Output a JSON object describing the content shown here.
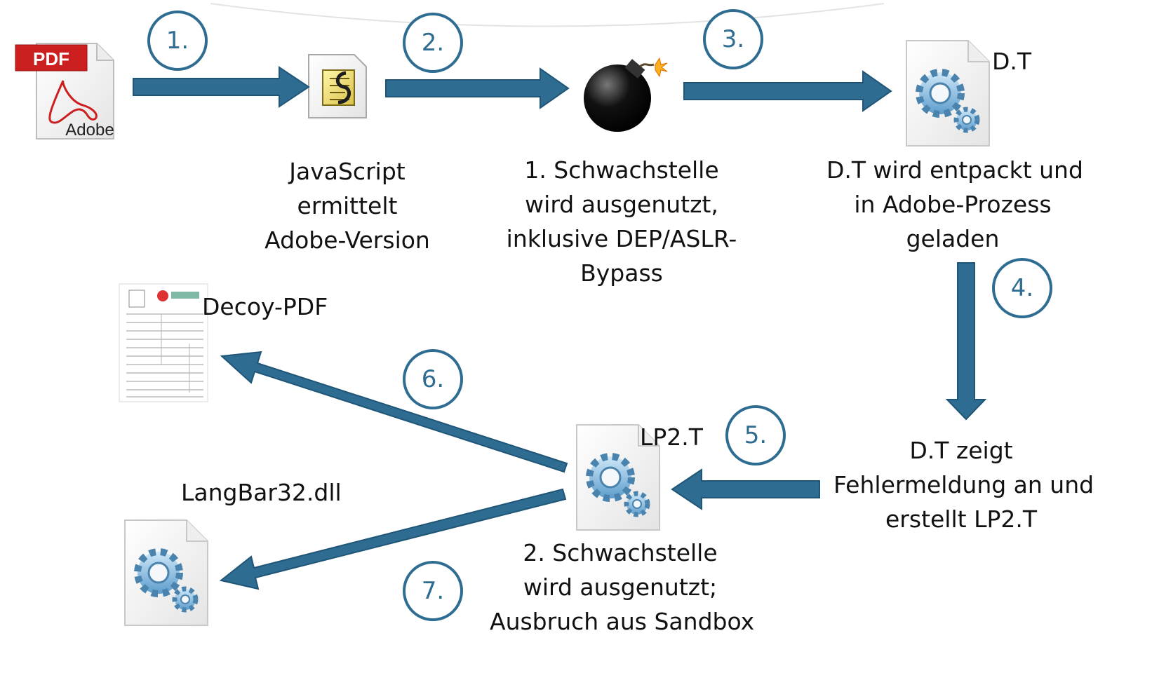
{
  "steps": [
    "1.",
    "2.",
    "3.",
    "4.",
    "5.",
    "6.",
    "7."
  ],
  "pdf_icon": {
    "badge": "PDF",
    "brand": "Adobe"
  },
  "labels": {
    "javascript": [
      "JavaScript",
      "ermittelt",
      "Adobe-Version"
    ],
    "vuln1": [
      "1. Schwachstelle",
      "wird ausgenutzt,",
      "inklusive DEP/ASLR-",
      "Bypass"
    ],
    "dt_unpack": [
      "D.T wird entpackt und",
      "in Adobe-Prozess",
      "geladen"
    ],
    "dt_error": [
      "D.T zeigt",
      "Fehlermeldung an und",
      "erstellt LP2.T"
    ],
    "vuln2": [
      "2. Schwachstelle",
      "wird ausgenutzt;",
      "Ausbruch aus Sandbox"
    ]
  },
  "file_tags": {
    "dt": "D.T",
    "lp2": "LP2.T",
    "decoy": "Decoy-PDF",
    "langbar": "LangBar32.dll"
  },
  "icons": [
    "pdf-file-icon",
    "javascript-script-icon",
    "bomb-icon",
    "gear-file-icon",
    "decoy-document-icon"
  ],
  "colors": {
    "arrow": "#2e6d91",
    "arrow_outline": "#1f5577",
    "circle": "#2e6d91",
    "pdf_red": "#cc1f1f"
  }
}
